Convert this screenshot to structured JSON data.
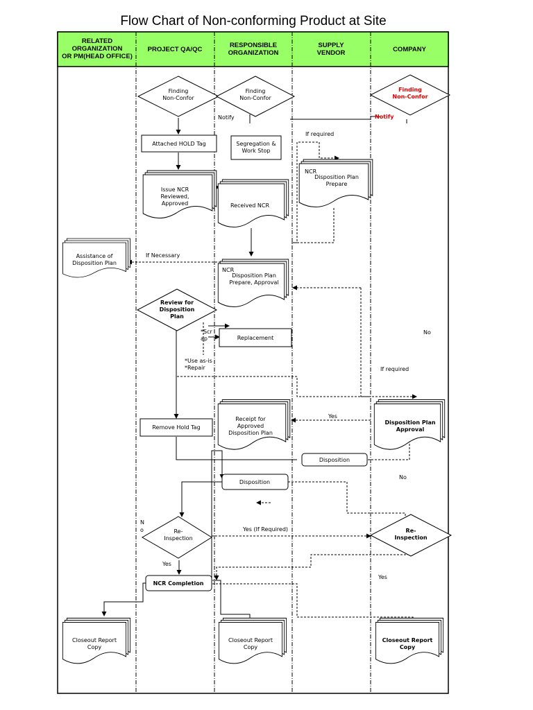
{
  "title": "Flow Chart of Non-conforming Product at Site",
  "lanes": {
    "related_line1": "RELATED",
    "related_line2": "ORGANIZATION",
    "related_line3": "OR PM(HEAD OFFICE)",
    "qaqc": "PROJECT QA/QC",
    "resp_line1": "RESPONSIBLE",
    "resp_line2": "ORGANIZATION",
    "vendor_line1": "SUPPLY",
    "vendor_line2": "VENDOR",
    "company": "COMPANY"
  },
  "nodes": {
    "finding_qa": [
      "Finding",
      "Non-Confor"
    ],
    "finding_resp": [
      "Finding",
      "Non-Confor"
    ],
    "finding_company": [
      "Finding",
      "Non-Confor"
    ],
    "hold_tag": "Attached HOLD Tag",
    "segregation": [
      "Segregation &",
      "Work Stop"
    ],
    "issue_ncr": [
      "Issue NCR",
      "Reviewed,",
      "Approved"
    ],
    "received_ncr": "Received NCR",
    "vendor_ncr": [
      "NCR",
      "Disposition Plan",
      "Prepare"
    ],
    "assistance": [
      "Assistance of",
      "Disposition Plan"
    ],
    "resp_ncr": [
      "NCR",
      "Disposition Plan",
      "Prepare, Approval"
    ],
    "review": [
      "Review for",
      "Disposition",
      "Plan"
    ],
    "replacement": "Replacement",
    "remove_hold": "Remove Hold Tag",
    "receipt": [
      "Receipt for",
      "Approved",
      "Disposition Plan"
    ],
    "plan_approval": [
      "Disposition Plan",
      "Approval"
    ],
    "disposition_vendor": "Disposition",
    "disposition_resp": "Disposition",
    "reinspect_qa": [
      "Re-",
      "Inspection"
    ],
    "reinspect_company": [
      "Re-",
      "Inspection"
    ],
    "ncr_completion": "NCR Completion",
    "closeout_related": [
      "Closeout Report",
      "Copy"
    ],
    "closeout_resp": [
      "Closeout Report",
      "Copy"
    ],
    "closeout_company": [
      "Closeout Report",
      "Copy"
    ]
  },
  "labels": {
    "notify": "Notify",
    "notify_company": "Notify",
    "if_required_vendor": "If required",
    "if_necessary": "If Necessary",
    "scrap_1": "*Scr",
    "scrap_2": "ap",
    "use_as_is": "*Use as-is",
    "repair": "*Repair",
    "no_top": "No",
    "if_required_company": "If required",
    "yes_approval": "Yes",
    "no_mid": "No",
    "no_left_1": "N",
    "no_left_2": "o",
    "yes_if_required": "Yes (If Required)",
    "yes_qa": "Yes",
    "yes_company": "Yes"
  },
  "colors": {
    "header_fill": "#99ff66",
    "highlight_text": "#e00000",
    "line": "#000000"
  }
}
